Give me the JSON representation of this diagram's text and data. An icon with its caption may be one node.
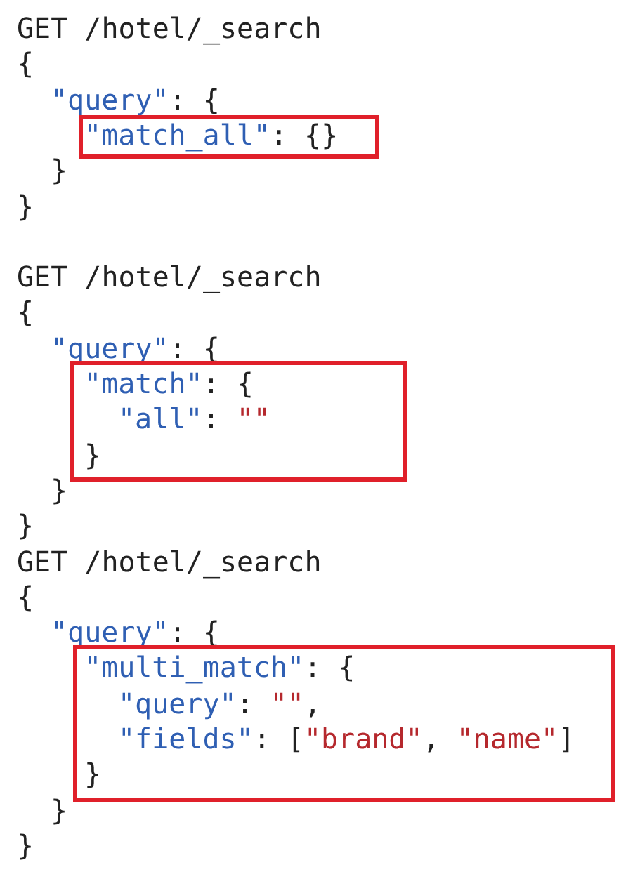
{
  "diagram": {
    "nodes": [
      {
        "text": [
          "\"match_all\": {}"
        ]
      },
      {
        "text": [
          "\"match\": {",
          "\"all\": \"\"",
          "}"
        ]
      },
      {
        "text": [
          "\"multi_match\": {",
          "\"query\": \"\",",
          "\"fields\": [\"brand\", \"name\"]",
          "}"
        ]
      }
    ],
    "labels": [
      "GET /hotel/_search",
      "{",
      "\"query\": {",
      "}",
      "}",
      "GET /hotel/_search",
      "{",
      "\"query\": {",
      "}",
      "}",
      "GET /hotel/_search",
      "{",
      "\"query\": {",
      "}",
      "}"
    ]
  }
}
